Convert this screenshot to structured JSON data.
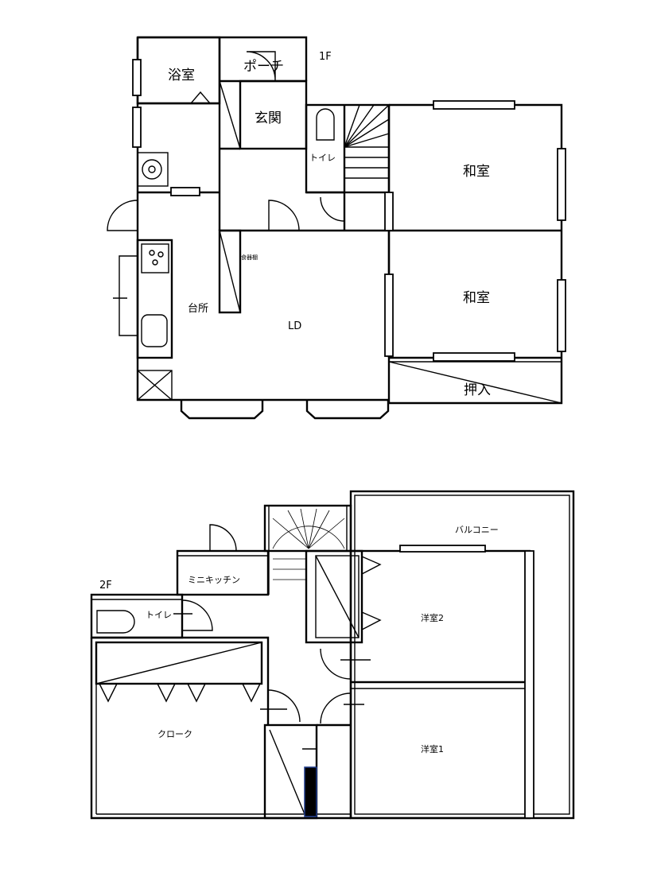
{
  "floor1": {
    "label": "1F",
    "rooms": {
      "bath": "浴室",
      "porch": "ポーチ",
      "entrance": "玄関",
      "toilet": "トイレ",
      "washitsu_a": "和室",
      "washitsu_b": "和室",
      "cabinet": "食器棚",
      "kitchen": "台所",
      "ld": "LD",
      "closet": "押入"
    }
  },
  "floor2": {
    "label": "2F",
    "rooms": {
      "balcony": "バルコニー",
      "mini_kitchen": "ミニキッチン",
      "toilet": "トイレ",
      "western2": "洋室2",
      "western1": "洋室1",
      "cloak": "クローク"
    }
  },
  "colors": {
    "line": "#000000",
    "background": "#ffffff",
    "highlight": "#1f3a8a"
  }
}
